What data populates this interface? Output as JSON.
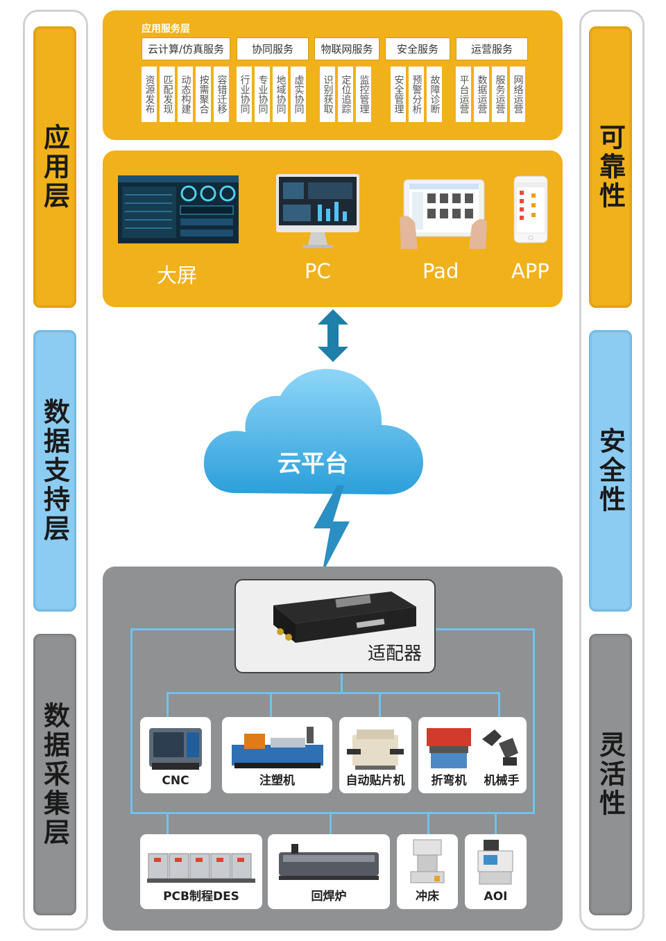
{
  "left_labels": [
    "应用层",
    "数据支持层",
    "数据采集层"
  ],
  "right_labels": [
    "可靠性",
    "安全性",
    "灵活性"
  ],
  "service_layer": {
    "title": "应用服务层",
    "groups": [
      {
        "name": "云计算/仿真服务",
        "items": [
          "资源发布",
          "匹配发现",
          "动态构建",
          "按需聚合",
          "容错迁移"
        ]
      },
      {
        "name": "协同服务",
        "items": [
          "行业协同",
          "专业协同",
          "地域协同",
          "虚实协同"
        ]
      },
      {
        "name": "物联网服务",
        "items": [
          "识别获取",
          "定位追踪",
          "监控管理"
        ]
      },
      {
        "name": "安全服务",
        "items": [
          "安全管理",
          "预警分析",
          "故障诊断"
        ]
      },
      {
        "name": "运营服务",
        "items": [
          "平台运营",
          "数据运营",
          "服务运营",
          "网络运营"
        ]
      }
    ]
  },
  "devices": [
    "大屏",
    "PC",
    "Pad",
    "APP"
  ],
  "cloud_label": "云平台",
  "adapter_label": "适配器",
  "machines_row1": [
    "CNC",
    "注塑机",
    "自动贴片机",
    "折弯机",
    "机械手"
  ],
  "machines_row2": [
    "PCB制程DES",
    "回焊炉",
    "冲床",
    "AOI"
  ],
  "colors": {
    "orange": "#f1b11a",
    "blue": "#8cccf2",
    "gray": "#8f9193",
    "line": "#6ec3ee",
    "arrow": "#1e7fa8"
  }
}
